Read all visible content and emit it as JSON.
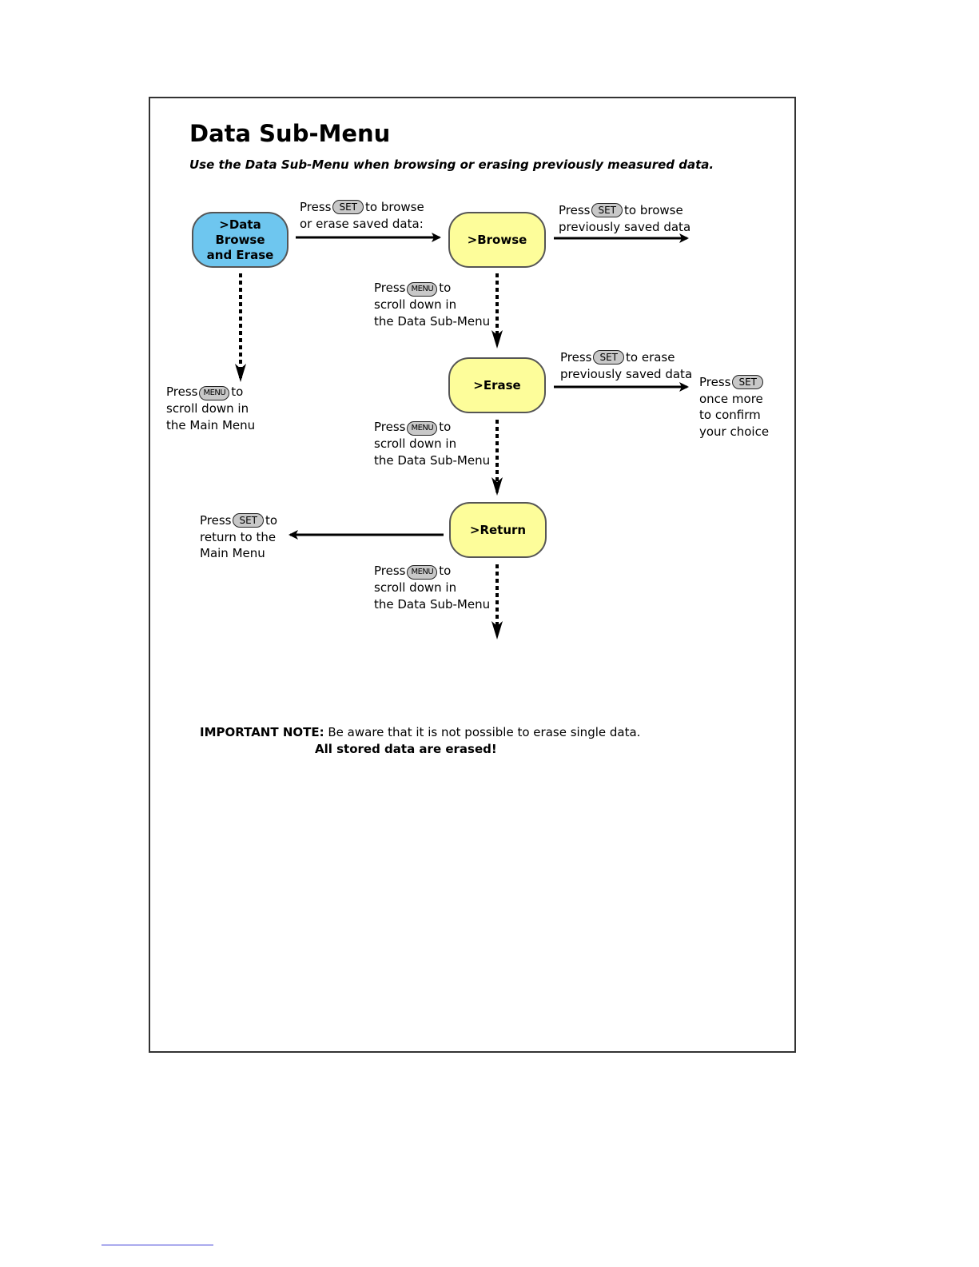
{
  "title": "Data Sub-Menu",
  "subtitle": "Use the Data Sub-Menu when browsing or erasing previously measured data.",
  "keys": {
    "set": "SET",
    "menu": "MENU"
  },
  "nodes": {
    "data_browse_erase": {
      "line1": ">Data Browse",
      "line2": "and Erase",
      "color": "#6ec6ef"
    },
    "browse": {
      "label": ">Browse",
      "color": "#fdfd9a"
    },
    "erase": {
      "label": ">Erase",
      "color": "#fdfd9a"
    },
    "return": {
      "label": ">Return",
      "color": "#fdfd9a"
    }
  },
  "labels": {
    "to_browse": {
      "press": "Press",
      "l1_rest": "to browse",
      "l2": "or erase saved data:"
    },
    "browse_saved": {
      "press": "Press",
      "l1_rest": "to browse",
      "l2": "previously saved data"
    },
    "scroll_main": {
      "press": "Press",
      "l1_rest": "to",
      "l2": "scroll down in",
      "l3": "the Main Menu"
    },
    "scroll_sub_1": {
      "press": "Press",
      "l1_rest": "to",
      "l2": "scroll down in",
      "l3": "the Data Sub-Menu"
    },
    "erase_saved": {
      "press": "Press",
      "l1_rest": "to erase",
      "l2": "previously saved data"
    },
    "confirm": {
      "press": "Press",
      "l2": "once more",
      "l3": "to confirm",
      "l4": "your choice"
    },
    "scroll_sub_2": {
      "press": "Press",
      "l1_rest": "to",
      "l2": "scroll down in",
      "l3": "the Data Sub-Menu"
    },
    "return_main": {
      "press": "Press",
      "l1_rest": "to",
      "l2": "return to the",
      "l3": "Main Menu"
    },
    "scroll_sub_3": {
      "press": "Press",
      "l1_rest": "to",
      "l2": "scroll down in",
      "l3": "the Data Sub-Menu"
    }
  },
  "note": {
    "label": "IMPORTANT NOTE:",
    "text": "Be aware that it is not possible to erase single data.",
    "emphasis": "All stored data are erased!"
  }
}
